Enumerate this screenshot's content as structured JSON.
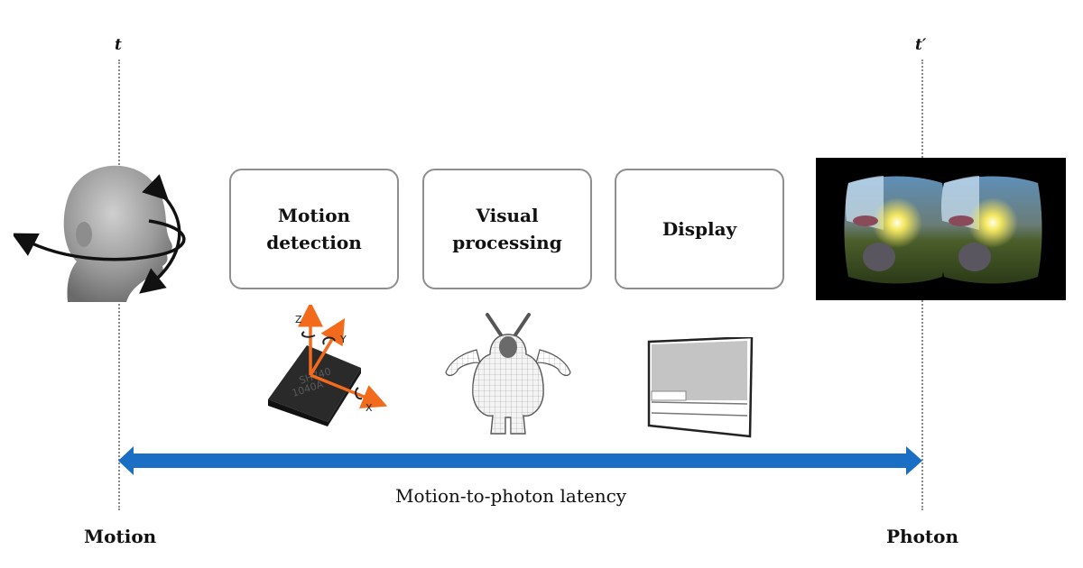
{
  "time_markers": {
    "start": "t",
    "end": "t′"
  },
  "stages": [
    {
      "label": "Motion\ndetection",
      "illustration": "imu-sensor-chip",
      "chip_text": [
        "SH740",
        "1040A"
      ],
      "axes": [
        "Z",
        "Y",
        "X"
      ]
    },
    {
      "label": "Visual\nprocessing",
      "illustration": "wireframe-3d-character"
    },
    {
      "label": "Display",
      "illustration": "display-panel"
    }
  ],
  "latency_label": "Motion-to-photon latency",
  "end_labels": {
    "start": "Motion",
    "end": "Photon"
  },
  "colors": {
    "arrow": "#1a6fc4",
    "axis_arrow": "#f26a1b",
    "box_border": "#8e8e8e",
    "dotted_line": "#8a8a8a"
  }
}
